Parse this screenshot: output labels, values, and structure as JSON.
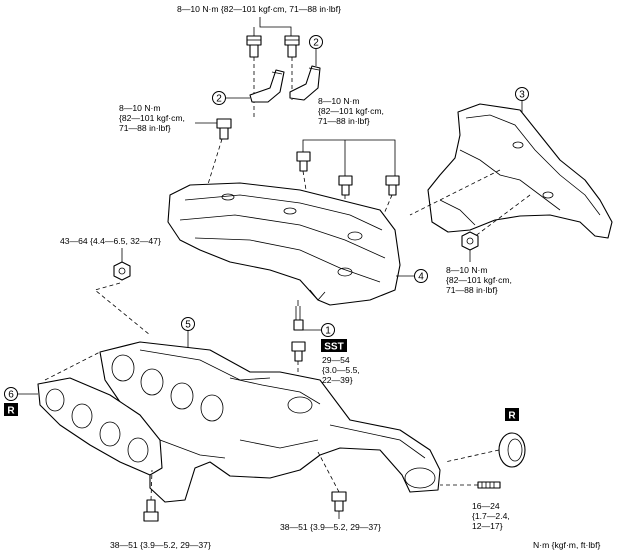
{
  "torques": {
    "top_line1": "8—10 N·m {82—101 kgf·cm, 71—88 in·lbf}",
    "left_line1": "8—10 N·m",
    "left_line2": "{82—101 kgf·cm,",
    "left_line3": "71—88 in·lbf}",
    "mid_line1": "8—10 N·m",
    "mid_line2": "{82—101 kgf·cm,",
    "mid_line3": "71—88 in·lbf}",
    "nut_line": "43—64 {4.4—6.5, 32—47}",
    "right_line1": "8—10 N·m",
    "right_line2": "{82—101 kgf·cm,",
    "right_line3": "71—88 in·lbf}",
    "sensor_line1": "29—54",
    "sensor_line2": "{3.0—5.5,",
    "sensor_line3": "22—39}",
    "stud_line1": "16—24",
    "stud_line2": "{1.7—2.4,",
    "stud_line3": "12—17}",
    "bottom_left": "38—51 {3.9—5.2, 29—37}",
    "bottom_mid": "38—51 {3.9—5.2, 29—37}"
  },
  "callouts": {
    "c1": "1",
    "c2a": "2",
    "c2b": "2",
    "c3": "3",
    "c4": "4",
    "c5": "5",
    "c6": "6"
  },
  "badges": {
    "sst": "SST",
    "r_gasket": "R",
    "r_ring": "R"
  },
  "units_note": "N·m {kgf·m, ft·lbf}"
}
